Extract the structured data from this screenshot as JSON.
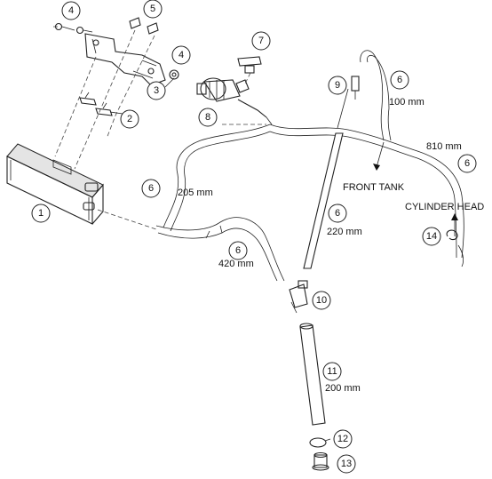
{
  "callouts": [
    {
      "num": "1"
    },
    {
      "num": "2"
    },
    {
      "num": "3"
    },
    {
      "num": "4"
    },
    {
      "num": "4"
    },
    {
      "num": "5"
    },
    {
      "num": "6"
    },
    {
      "num": "6"
    },
    {
      "num": "6"
    },
    {
      "num": "6"
    },
    {
      "num": "6"
    },
    {
      "num": "7"
    },
    {
      "num": "8"
    },
    {
      "num": "9"
    },
    {
      "num": "10"
    },
    {
      "num": "11"
    },
    {
      "num": "12"
    },
    {
      "num": "13"
    },
    {
      "num": "14"
    }
  ],
  "labels": {
    "hose_100": "100 mm",
    "hose_810": "810 mm",
    "front_tank": "FRONT TANK",
    "cylinder_head": "CYLINDER HEAD",
    "hose_205": "205 mm",
    "hose_220": "220 mm",
    "hose_420": "420 mm",
    "hose_200": "200 mm"
  }
}
